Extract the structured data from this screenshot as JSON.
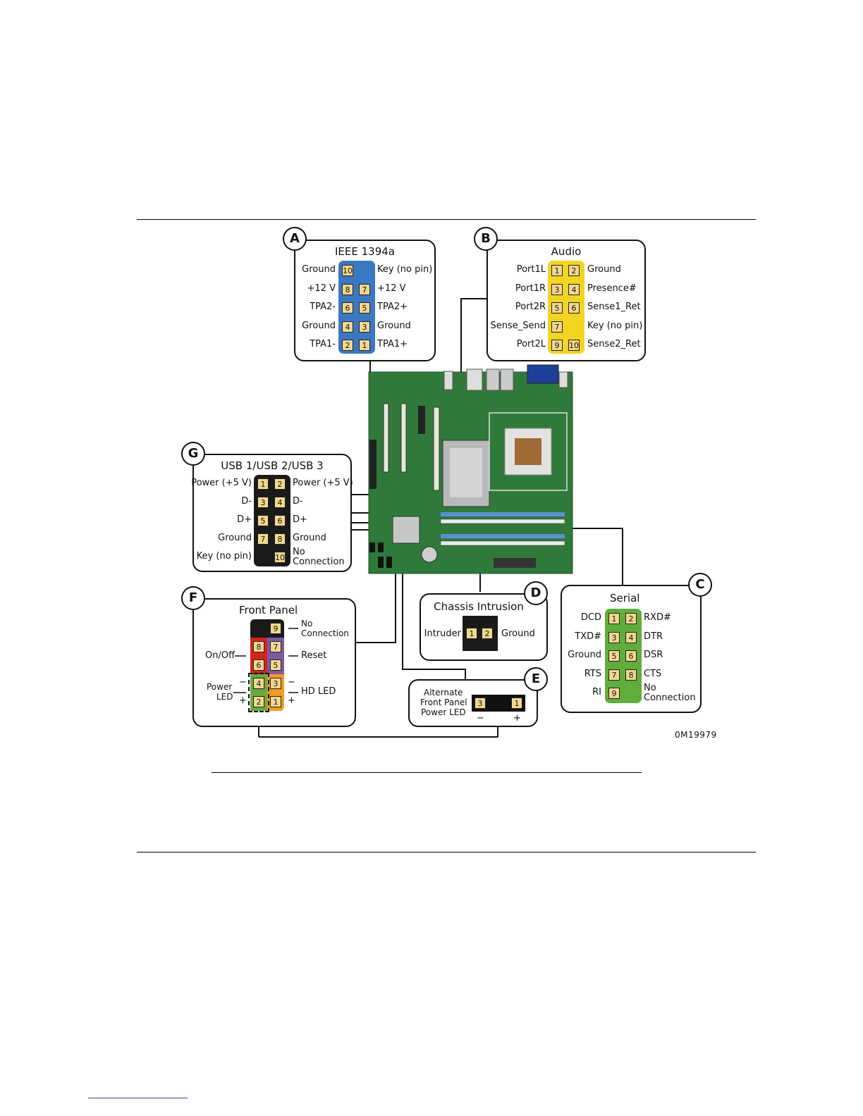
{
  "figure_id": "0M19979",
  "panels": {
    "A": {
      "badge": "A",
      "title": "IEEE 1394a",
      "left_labels": [
        "Ground",
        "+12 V",
        "TPA2-",
        "Ground",
        "TPA1-"
      ],
      "right_labels": [
        "Key (no pin)",
        "+12 V",
        "TPA2+",
        "Ground",
        "TPA1+"
      ],
      "left_pins": [
        "10",
        "8",
        "6",
        "4",
        "2"
      ],
      "right_pins": [
        "",
        "7",
        "5",
        "3",
        "1"
      ],
      "color": "#3b78c2"
    },
    "B": {
      "badge": "B",
      "title": "Audio",
      "left_labels": [
        "Port1L",
        "Port1R",
        "Port2R",
        "Sense_Send",
        "Port2L"
      ],
      "right_labels": [
        "Ground",
        "Presence#",
        "Sense1_Ret",
        "Key (no pin)",
        "Sense2_Ret"
      ],
      "left_pins": [
        "1",
        "3",
        "5",
        "7",
        "9"
      ],
      "right_pins": [
        "2",
        "4",
        "6",
        "",
        "10"
      ],
      "color": "#f2d422"
    },
    "C": {
      "badge": "C",
      "title": "Serial",
      "left_labels": [
        "DCD",
        "TXD#",
        "Ground",
        "RTS",
        "RI"
      ],
      "right_labels": [
        "RXD#",
        "DTR",
        "DSR",
        "CTS",
        "No",
        "Connection"
      ],
      "left_pins": [
        "1",
        "3",
        "5",
        "7",
        "9"
      ],
      "right_pins": [
        "2",
        "4",
        "6",
        "8",
        ""
      ],
      "color": "#5fae3c"
    },
    "D": {
      "badge": "D",
      "title": "Chassis Intrusion",
      "left_label": "Intruder",
      "right_label": "Ground",
      "pins": [
        "1",
        "2"
      ]
    },
    "E": {
      "badge": "E",
      "label_lines": [
        "Alternate",
        "Front Panel",
        "Power LED"
      ],
      "pins": [
        "3",
        "1"
      ],
      "minus": "−",
      "plus": "+"
    },
    "F": {
      "badge": "F",
      "title": "Front Panel",
      "pins": [
        "9",
        "8",
        "7",
        "6",
        "5",
        "4",
        "3",
        "2",
        "1"
      ],
      "labels": {
        "no_conn_1": "No",
        "no_conn_2": "Connection",
        "onoff": "On/Off",
        "reset": "Reset",
        "power_led_1": "Power",
        "power_led_2": "LED",
        "hd_led": "HD LED",
        "minus": "−",
        "plus": "+"
      }
    },
    "G": {
      "badge": "G",
      "title": "USB 1/USB 2/USB 3",
      "left_labels": [
        "Power (+5 V)",
        "D-",
        "D+",
        "Ground",
        "Key (no pin)"
      ],
      "right_labels": [
        "Power (+5 V)",
        "D-",
        "D+",
        "Ground",
        "No",
        "Connection"
      ],
      "left_pins": [
        "1",
        "3",
        "5",
        "7",
        ""
      ],
      "right_pins": [
        "2",
        "4",
        "6",
        "8",
        "10"
      ],
      "color": "#1a1a1a"
    }
  }
}
